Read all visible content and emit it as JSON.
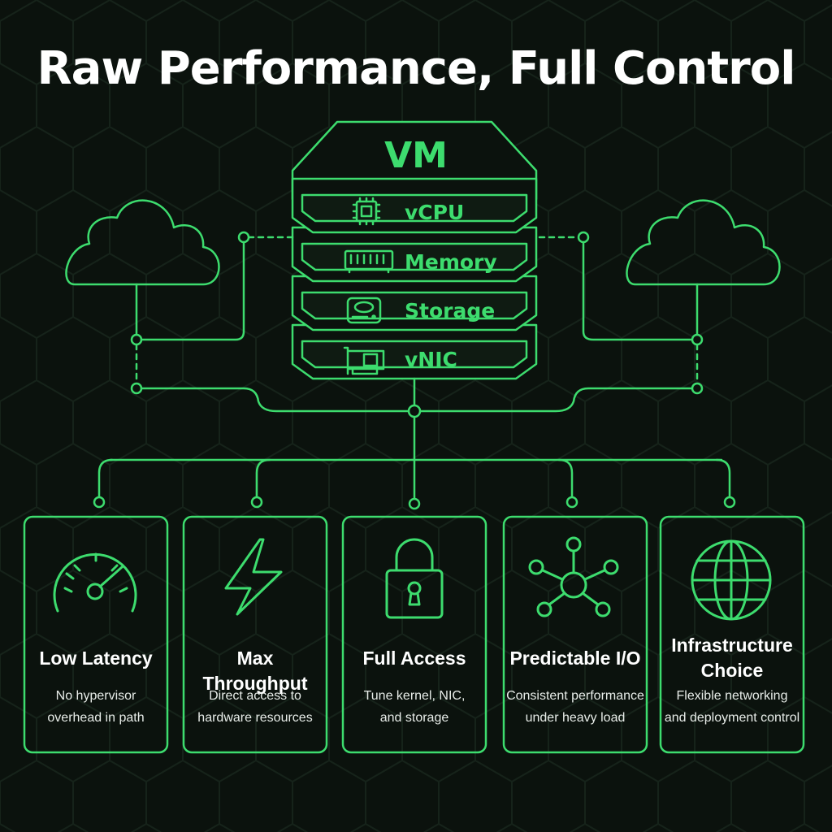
{
  "title": "Raw Performance, Full Control",
  "vm": {
    "label": "VM",
    "layers": [
      {
        "label": "vCPU",
        "icon": "cpu-chip-icon"
      },
      {
        "label": "Memory",
        "icon": "memory-module-icon"
      },
      {
        "label": "Storage",
        "icon": "hard-drive-icon"
      },
      {
        "label": "vNIC",
        "icon": "network-card-icon"
      }
    ]
  },
  "features": [
    {
      "title": "Low Latency",
      "desc1": "No hypervisor",
      "desc2": "overhead in path",
      "icon": "speedometer-icon"
    },
    {
      "title": "Max Throughput",
      "desc1": "Direct access to",
      "desc2": "hardware resources",
      "icon": "lightning-bolt-icon"
    },
    {
      "title": "Full Access",
      "desc1": "Tune kernel, NIC,",
      "desc2": "and storage",
      "icon": "padlock-icon"
    },
    {
      "title": "Predictable I/O",
      "desc1": "Consistent performance",
      "desc2": "under heavy load",
      "icon": "network-nodes-icon"
    },
    {
      "title1": "Infrastructure",
      "title2": "Choice",
      "desc1": "Flexible networking",
      "desc2": "and deployment control",
      "icon": "globe-icon"
    }
  ],
  "colors": {
    "background": "#0b120d",
    "accent": "#3ddc6e",
    "text": "#ffffff"
  }
}
